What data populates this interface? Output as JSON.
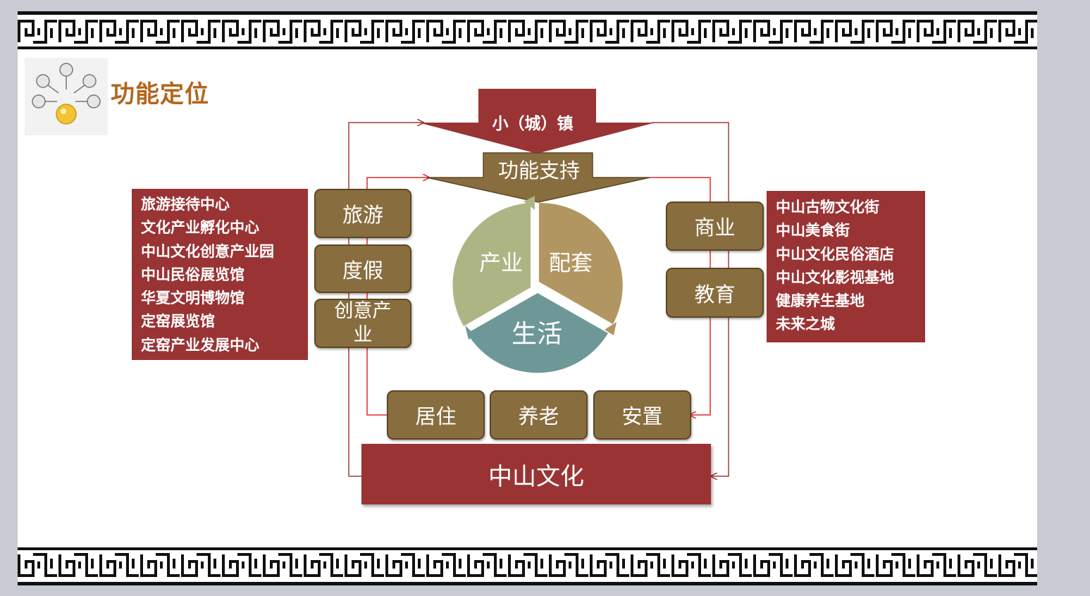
{
  "title": "功能定位",
  "top_arrow": "小（城）镇",
  "second_arrow": "功能支持",
  "center_cycle": [
    "产业",
    "配套",
    "生活"
  ],
  "left_tiles": [
    "旅游",
    "度假",
    "创意产\n业"
  ],
  "right_tiles": [
    "商业",
    "教育"
  ],
  "bottom_tiles": [
    "居住",
    "养老",
    "安置"
  ],
  "base": "中山文化",
  "left_list": [
    "旅游接待中心",
    "文化产业孵化中心",
    "中山文化创意产业园",
    "中山民俗展览馆",
    "华夏文明博物馆",
    "定窑展览馆",
    "定窑产业发展中心"
  ],
  "right_list": [
    "中山古物文化街",
    "中山美食街",
    "中山文化民俗酒店",
    "中山文化影视基地",
    "健康养生基地",
    "未来之城"
  ],
  "colors": {
    "dark_red": "#9a3334",
    "brown_tile": "#886d3f",
    "green_segment": "#adb585",
    "tan_segment": "#b29661",
    "teal_segment": "#6d9897",
    "connector_red": "#e0282a",
    "title_orange": "#b3661c"
  },
  "icons": [
    "lightbulbs-icon",
    "chinese-fret-border"
  ]
}
